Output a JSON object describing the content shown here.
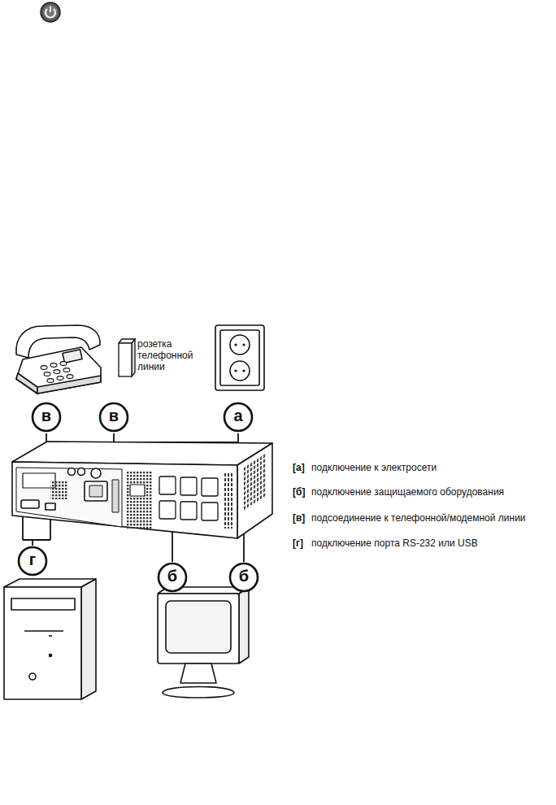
{
  "diagram": {
    "nodes": [
      {
        "text": [
          "розетка телефонной линии"
        ]
      },
      {
        "text": [
          "в"
        ]
      },
      {
        "text": [
          "в"
        ]
      },
      {
        "text": [
          "а"
        ]
      },
      {
        "text": [
          "г"
        ]
      },
      {
        "text": [
          "б"
        ]
      },
      {
        "text": [
          "б"
        ]
      }
    ],
    "labels": [
      "[а]",
      "подключение к электросети",
      "[б]",
      "подключение защищаемого оборудования",
      "[в]",
      "подсоединение к телефонной/модемной линии",
      "[г]",
      "подключение порта RS-232 или USB"
    ]
  }
}
